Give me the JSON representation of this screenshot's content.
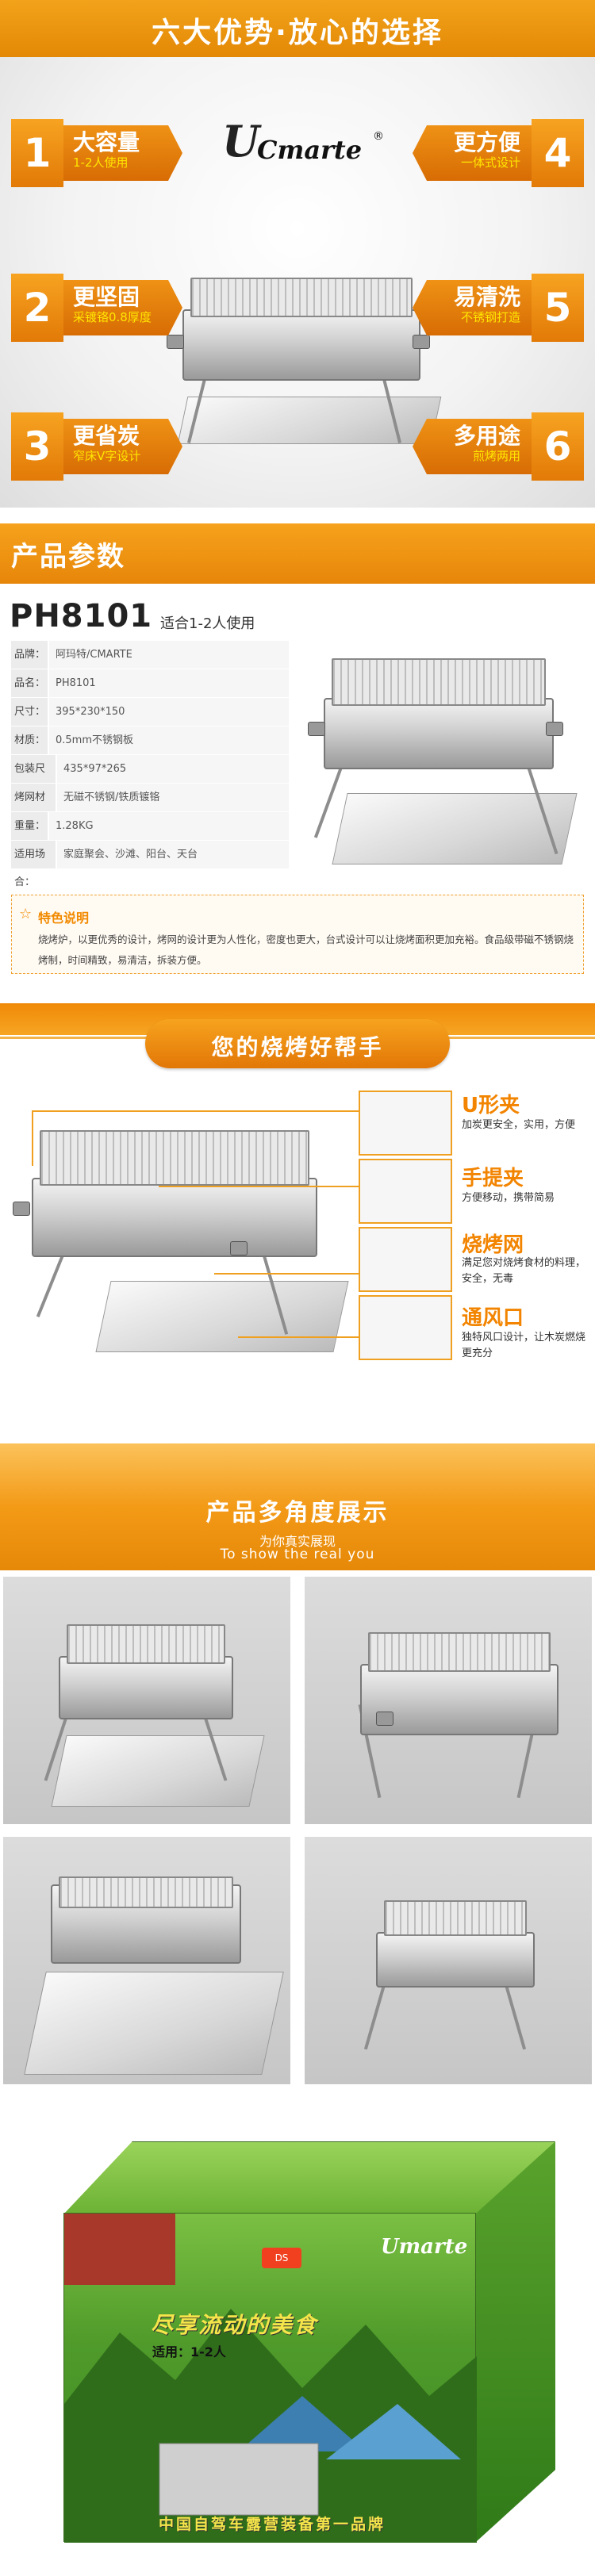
{
  "section1": {
    "title": "六大优势·放心的选择",
    "logo": {
      "mark": "U",
      "text": "Cmarte",
      "reg": "®"
    },
    "advantages": [
      {
        "num": "1",
        "title": "大容量",
        "sub": "1-2人使用"
      },
      {
        "num": "2",
        "title": "更坚固",
        "sub": "采镀铬0.8厚度"
      },
      {
        "num": "3",
        "title": "更省炭",
        "sub": "窄床V字设计"
      },
      {
        "num": "4",
        "title": "更方便",
        "sub": "一体式设计"
      },
      {
        "num": "5",
        "title": "易清洗",
        "sub": "不锈钢打造"
      },
      {
        "num": "6",
        "title": "多用途",
        "sub": "煎烤两用"
      }
    ]
  },
  "section2": {
    "title": "产品参数",
    "model": "PH8101",
    "model_sub": "适合1-2人使用",
    "specs": [
      {
        "k": "品牌：",
        "v": "阿玛特/CMARTE"
      },
      {
        "k": "品名：",
        "v": "PH8101"
      },
      {
        "k": "尺寸：",
        "v": "395*230*150"
      },
      {
        "k": "材质：",
        "v": "0.5mm不锈钢板"
      },
      {
        "k": "包装尺寸：",
        "v": "435*97*265"
      },
      {
        "k": "烤网材质：",
        "v": "无磁不锈钢/铁质镀铬"
      },
      {
        "k": "重量：",
        "v": "1.28KG"
      },
      {
        "k": "适用场合：",
        "v": "家庭聚会、沙滩、阳台、天台"
      }
    ],
    "feature_title": "特色说明",
    "feature_text": "烧烤炉，以更优秀的设计，烤网的设计更为人性化，密度也更大，台式设计可以让烧烤面积更加充裕。食品级带磁不锈钢烧烤制，时间精致，易清洁，拆装方便。"
  },
  "section3": {
    "title": "您的烧烤好帮手",
    "parts": [
      {
        "label": "U形夹",
        "desc": "加炭更安全，实用，方便"
      },
      {
        "label": "手提夹",
        "desc": "方便移动，携带简易"
      },
      {
        "label": "烧烤网",
        "desc": "满足您对烧烤食材的料理，安全，无毒"
      },
      {
        "label": "通风口",
        "desc": "独特风口设计，让木炭燃烧更充分"
      }
    ]
  },
  "section4": {
    "title": "产品多角度展示",
    "sub_cn": "为你真实展现",
    "sub_en": "To show the real you"
  },
  "package": {
    "brand": "Umarte",
    "badge": "DS",
    "slogan": "尽享流动的美食",
    "use": "适用：1-2人",
    "bottom": "中国自驾车露营装备第一品牌"
  }
}
